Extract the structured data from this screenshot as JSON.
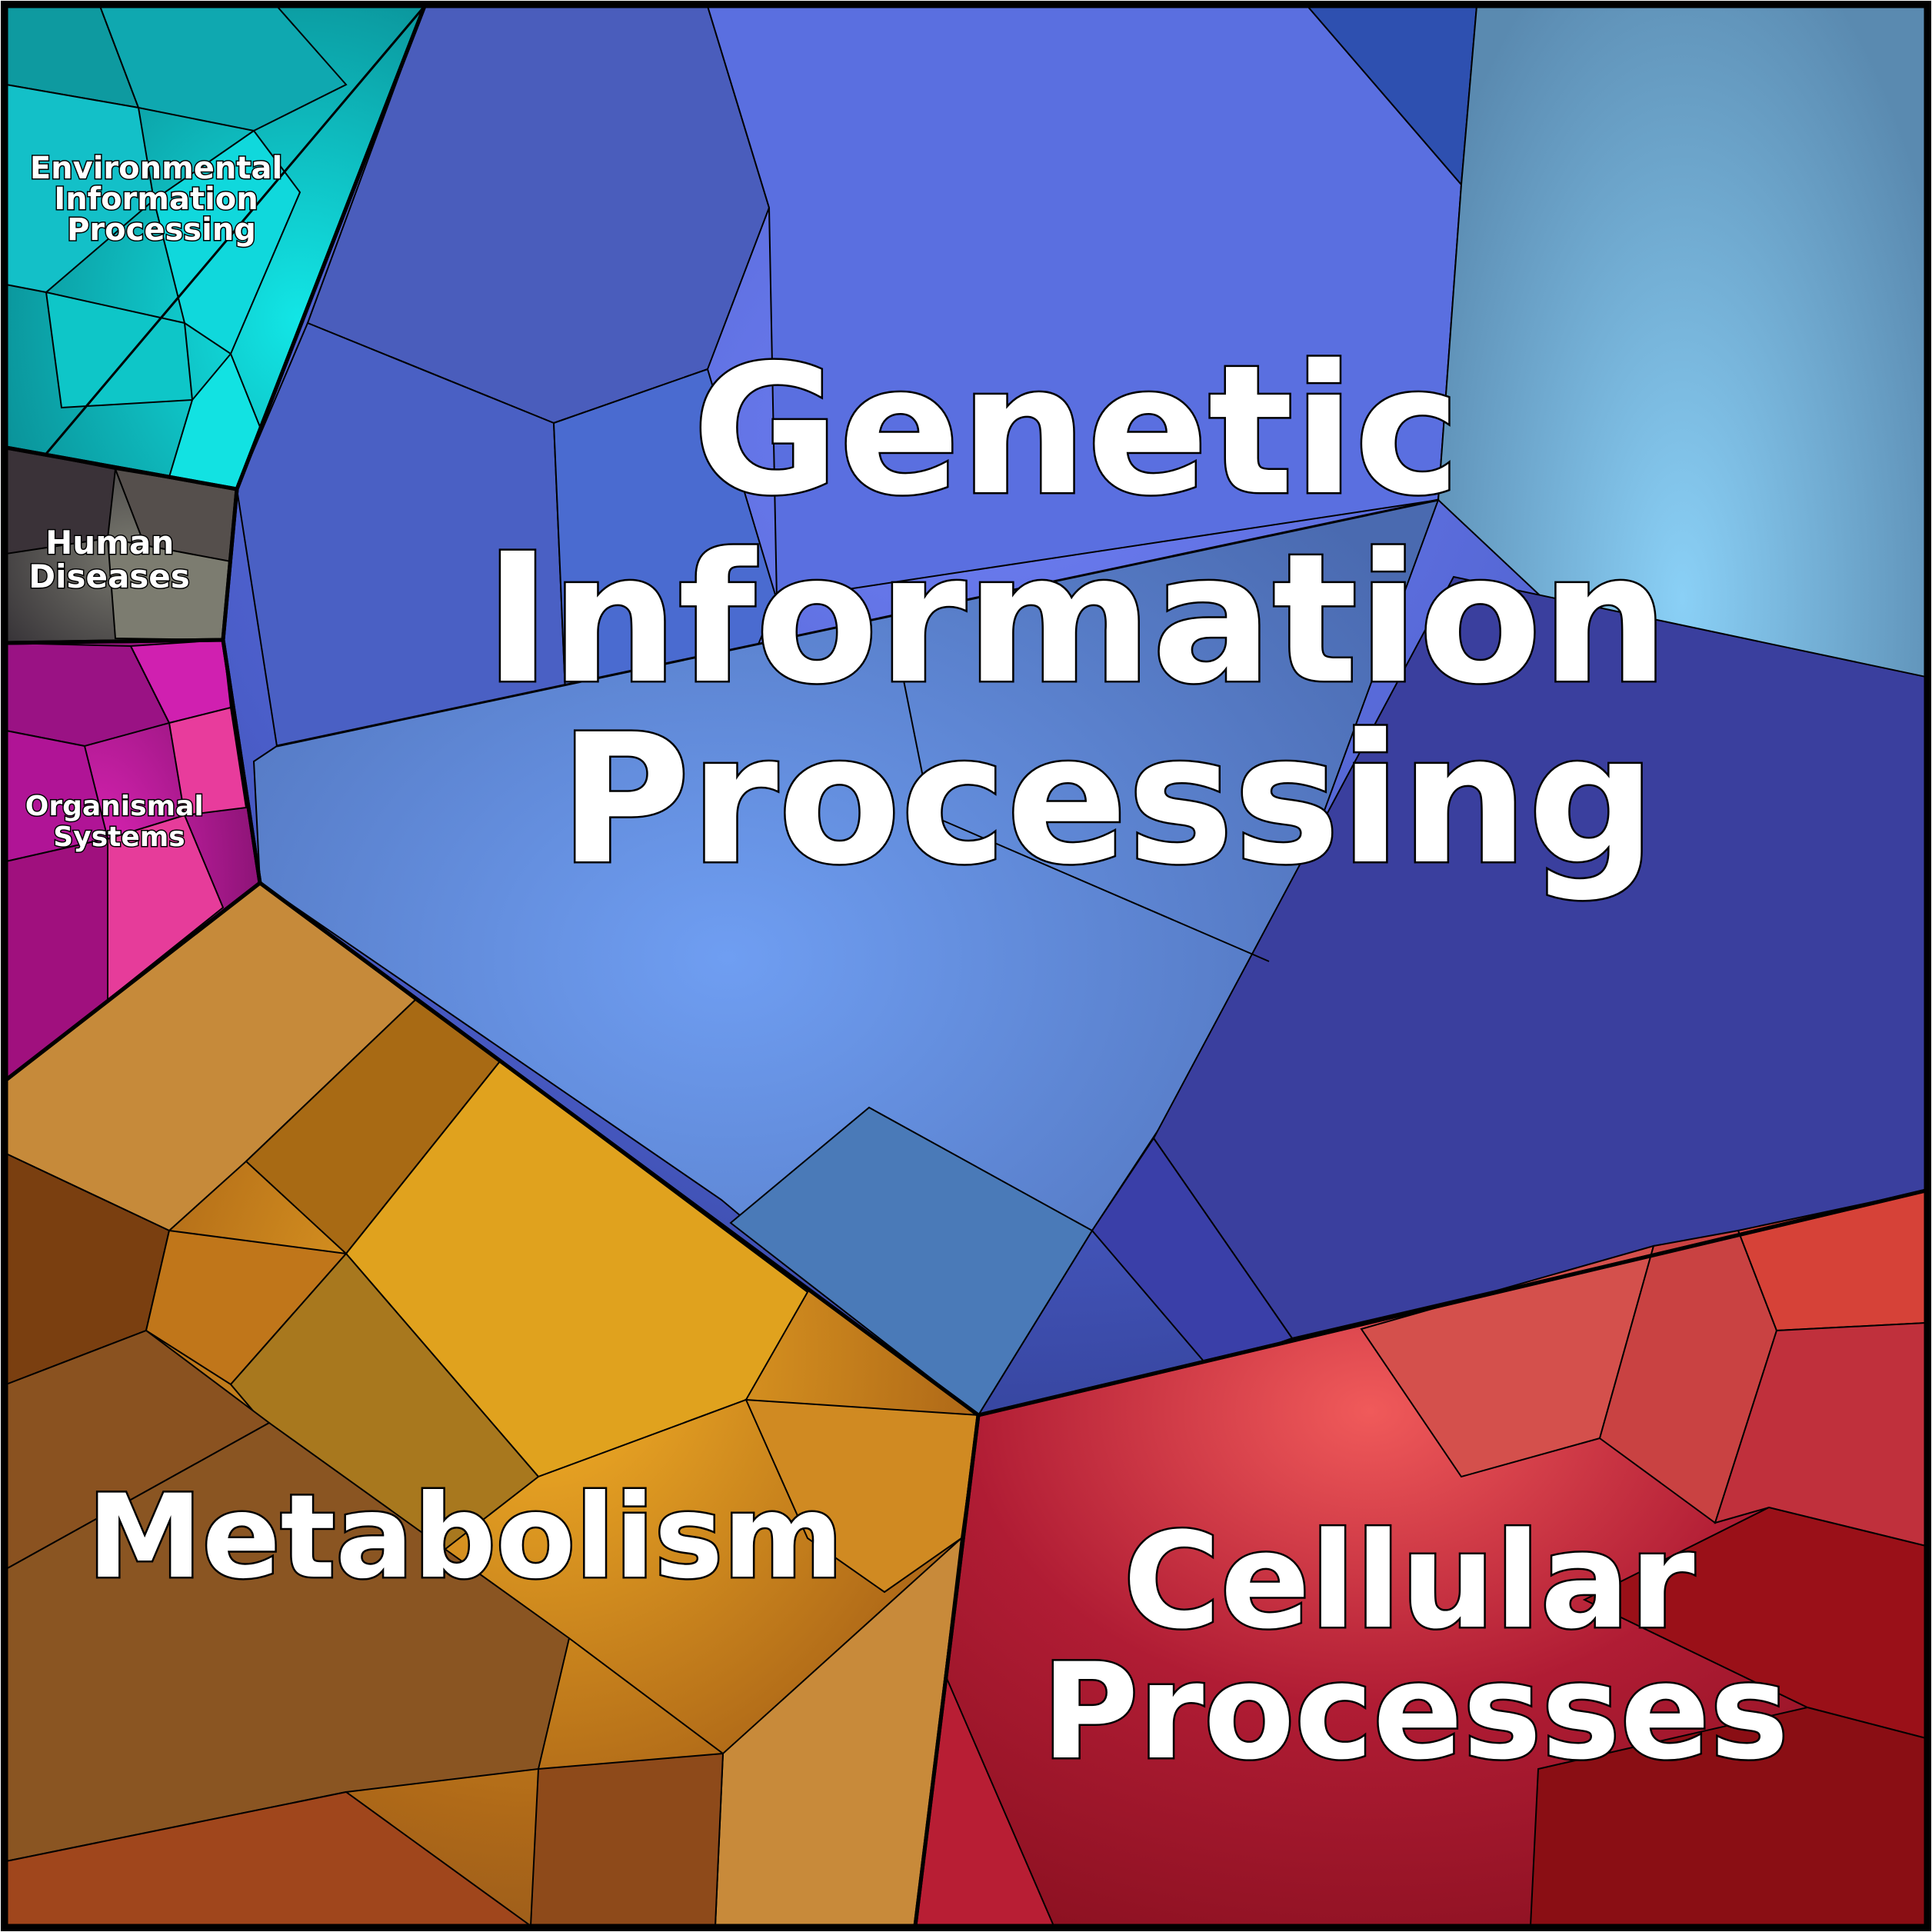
{
  "chart_data": {
    "type": "treemap",
    "categories": [
      {
        "name": "Environmental Information Processing",
        "color": "#11b9c8"
      },
      {
        "name": "Human Diseases",
        "color": "#5a5550"
      },
      {
        "name": "Organismal Systems",
        "color": "#c8209e"
      },
      {
        "name": "Genetic Information Processing",
        "color": "#4b5fd0"
      },
      {
        "name": "Metabolism",
        "color": "#c07a1a"
      },
      {
        "name": "Cellular Processes",
        "color": "#c8203a"
      }
    ]
  },
  "labels": {
    "env": [
      "Environmental",
      "Information",
      "Processing"
    ],
    "human": [
      "Human",
      "Diseases"
    ],
    "organismal": [
      "Organismal",
      "Systems"
    ],
    "genetic": [
      "Genetic",
      "Information",
      "Processing"
    ],
    "metabolism": [
      "Metabolism"
    ],
    "cellular": [
      "Cellular",
      "Processes"
    ]
  }
}
